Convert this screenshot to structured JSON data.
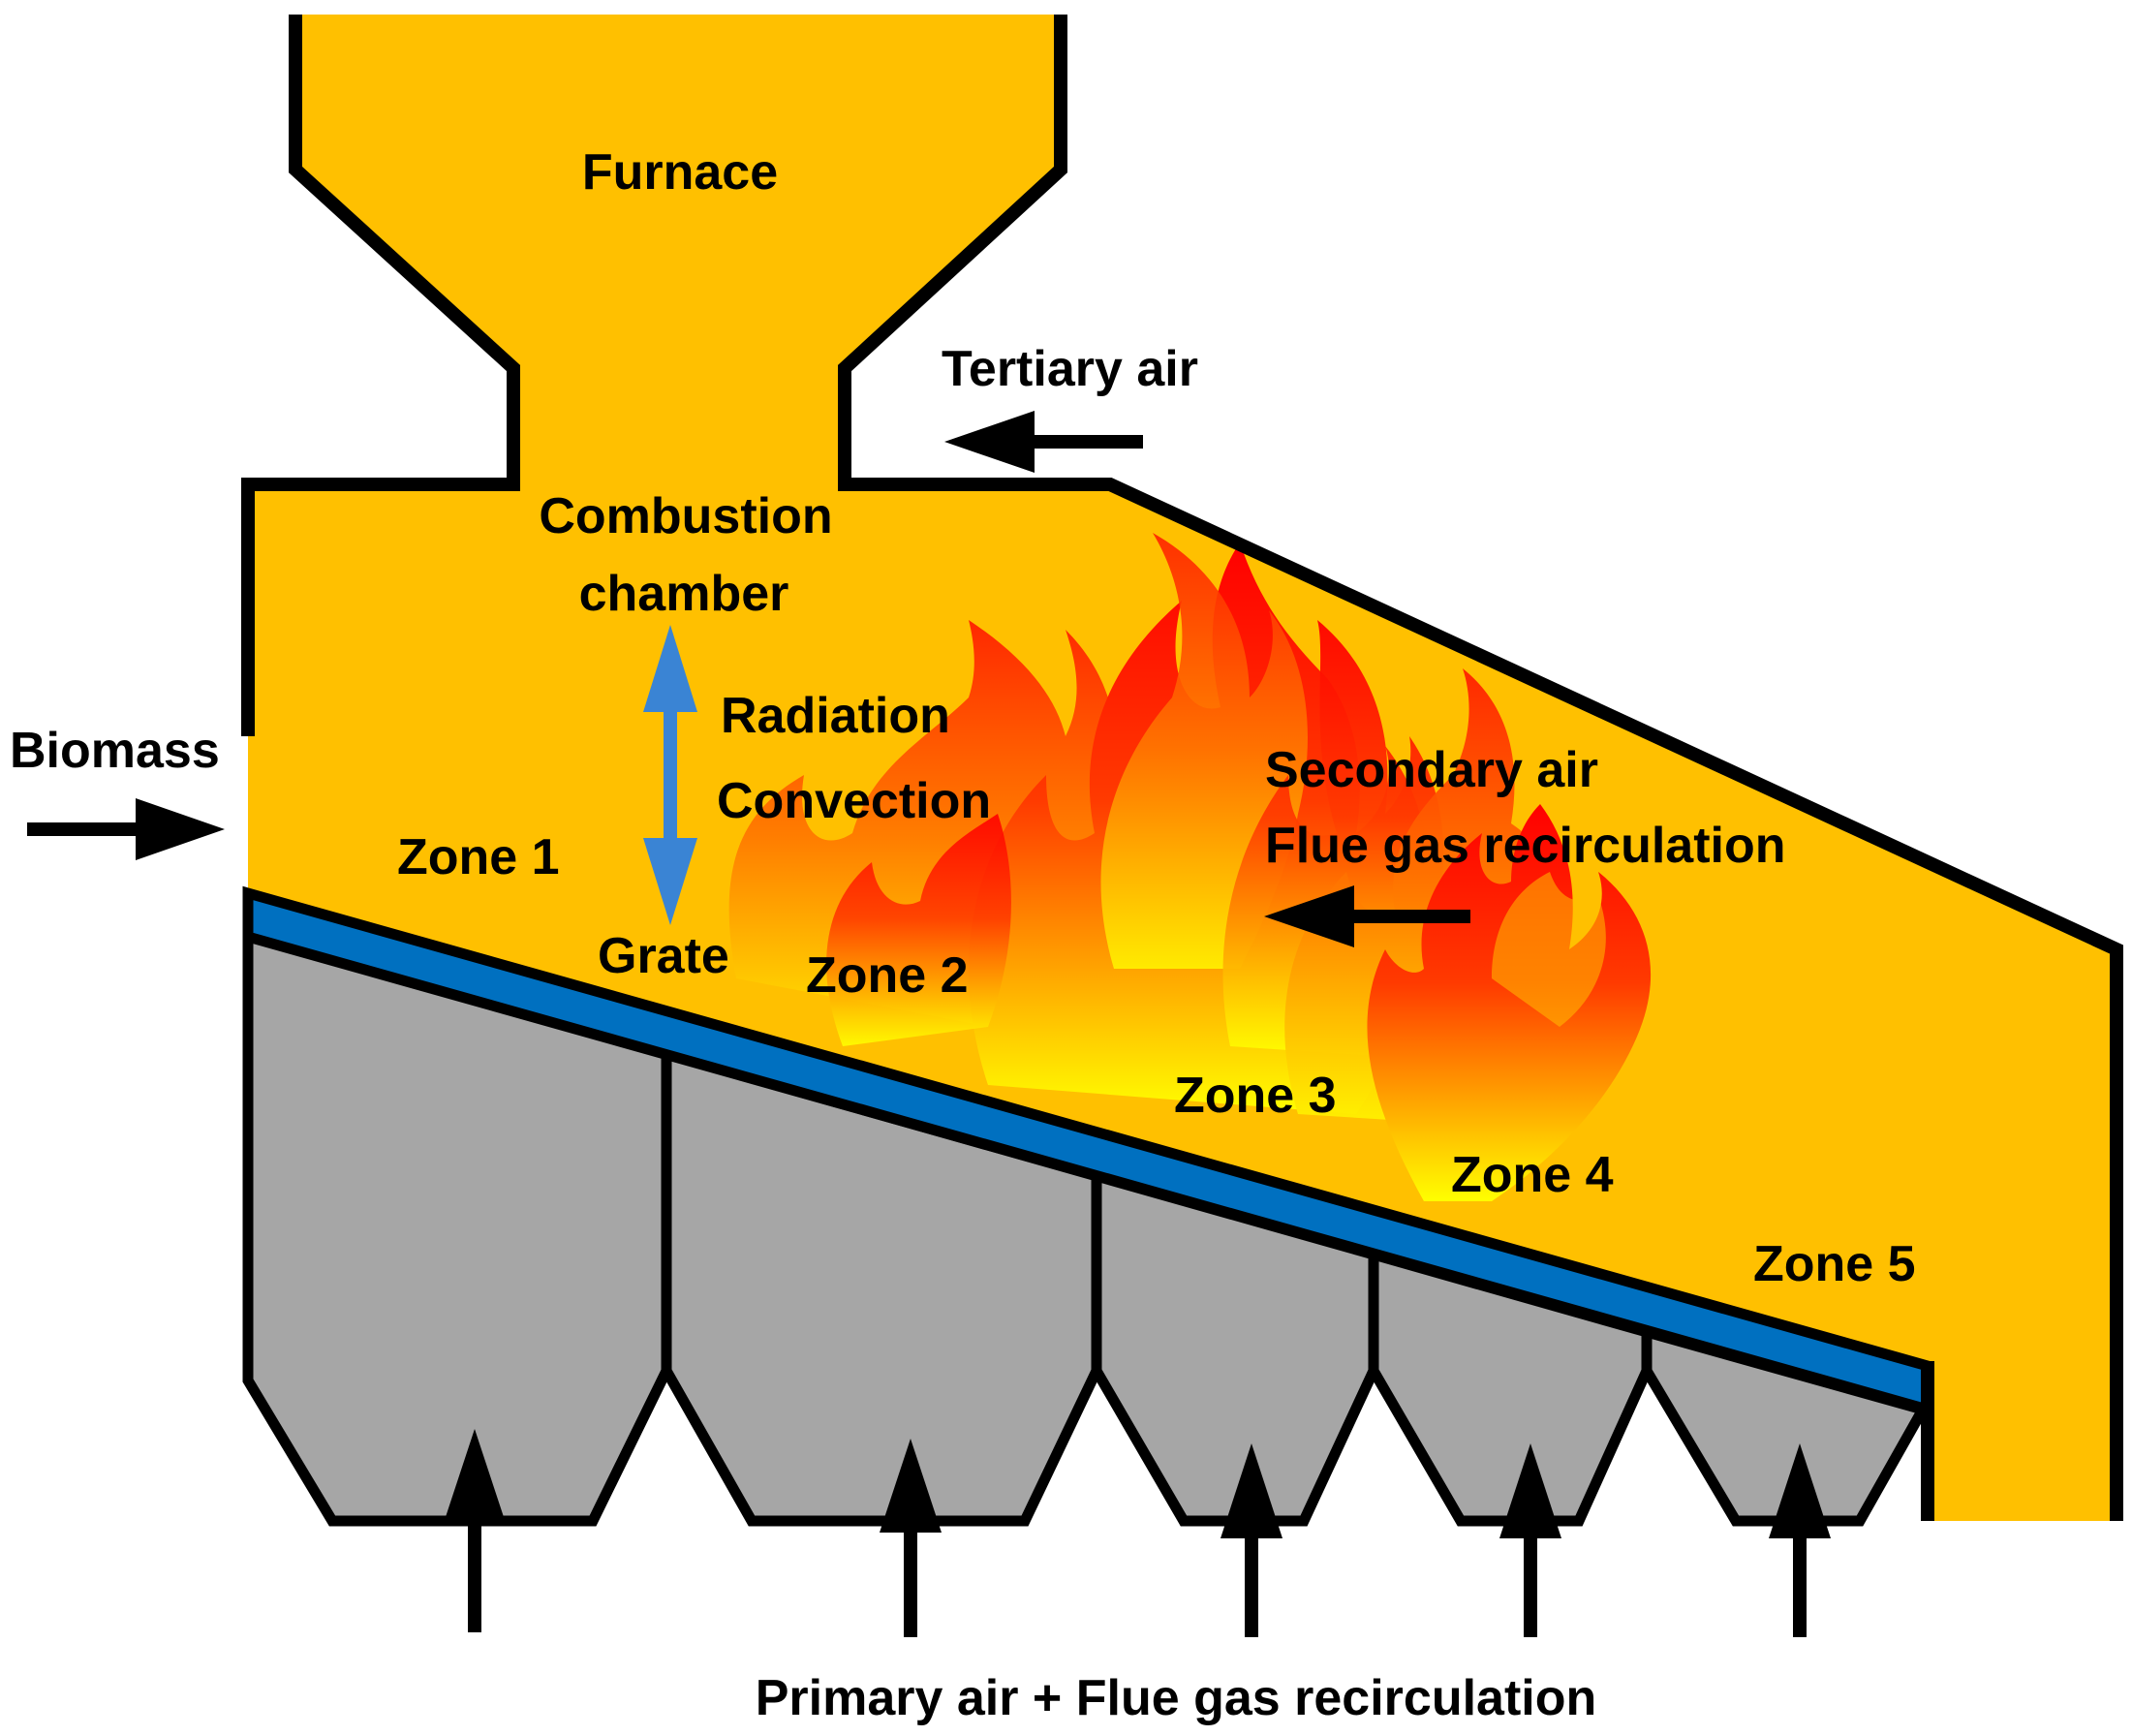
{
  "labels": {
    "furnace": "Furnace",
    "tertiary_air": "Tertiary air",
    "combustion_line1": "Combustion",
    "combustion_line2": "chamber",
    "radiation": "Radiation",
    "convection": "Convection",
    "biomass": "Biomass",
    "secondary_air": "Secondary air",
    "flue_gas_recirculation": "Flue gas recirculation",
    "grate": "Grate",
    "zone1": "Zone 1",
    "zone2": "Zone 2",
    "zone3": "Zone 3",
    "zone4": "Zone 4",
    "zone5": "Zone 5",
    "primary_air": "Primary air + Flue gas recirculation"
  },
  "colors": {
    "chamber_fill": "#FFC000",
    "outline": "#000000",
    "grate_blue": "#0070C0",
    "heat_arrow": "#3A84D4",
    "hopper_fill": "#A6A6A6",
    "flame_red": "#FF0000",
    "flame_orange": "#FF8C00",
    "flame_yellow": "#FFFF00"
  },
  "icons": {
    "heat_transfer": "double-headed-arrow-icon",
    "air_inlets": "up-arrow-icon",
    "flame": "flame-icon"
  }
}
